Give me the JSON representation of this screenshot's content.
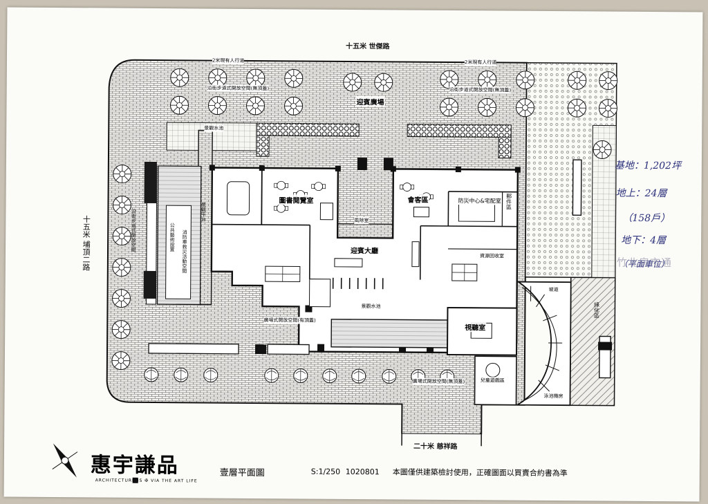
{
  "roads": {
    "top": "十五米 世傑路",
    "left": "十五米 埔頂二路",
    "bottom": "二十米 慈祥路"
  },
  "labels": {
    "sidewalk_left": "2米現有人行道",
    "sidewalk_right": "2米現有人行道",
    "open_space_left": "沿街步道式開放空間(無頂蓋)",
    "open_space_right": "沿街步道式開放空間(無頂蓋)",
    "reception_plaza": "迎賓廣場",
    "water_pool_top": "景觀水池",
    "water_pool_mid": "景觀水池",
    "plaza_covered": "廣場式開放空間(有頂蓋)",
    "plaza_uncovered": "廣場式開放空間(無頂蓋)",
    "fire_lane": "消防車救災活動空間",
    "left_open": "沿街步道式開放空間",
    "public_art": "公共藝術設置",
    "ramp_area": "景觀平台",
    "rear_area": "綠化區"
  },
  "rooms": {
    "library": "圖書閱覽室",
    "lounge": "會客區",
    "disaster_center": "防災中心&宅配室",
    "mail": "郵件區",
    "windbreak": "風除室",
    "lobby": "迎賓大廳",
    "recycle": "資源回收室",
    "av_room": "視聽室",
    "kids": "兒童遊戲區",
    "pool": "泳池機房",
    "ramp_sign": "坡道"
  },
  "handwritten": {
    "line1": "基地：1,202坪",
    "line2": "地上：24層",
    "line3": "（158戶）",
    "line4": "地下：4層",
    "line5": "（平面車位）"
  },
  "watermark": "竹北房市通",
  "footer": {
    "brand": "惠宇謙品",
    "slogan": "ARCHITECTURE IS ✠ VIA THE ART LIFE",
    "title": "壹層平面圖",
    "scale": "S:1/250",
    "date": "1020801",
    "note": "本圖僅供建築檢討使用，正確圖面以買賣合約書為準"
  }
}
